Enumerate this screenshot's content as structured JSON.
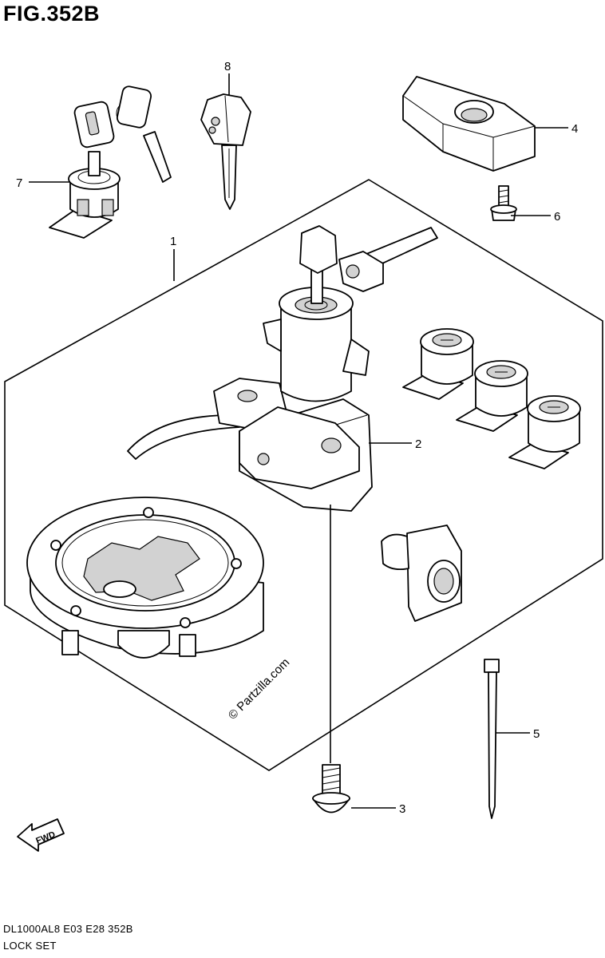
{
  "figure": {
    "title": "FIG.352B",
    "model_code": "DL1000AL8  E03  E28  352B",
    "section_name": "LOCK SET",
    "watermark": "© Partzilla.com",
    "direction_label": "FWD"
  },
  "callouts": [
    {
      "num": "1"
    },
    {
      "num": "2"
    },
    {
      "num": "3"
    },
    {
      "num": "4"
    },
    {
      "num": "5"
    },
    {
      "num": "6"
    },
    {
      "num": "7"
    },
    {
      "num": "8"
    }
  ],
  "colors": {
    "line": "#000000",
    "shade": "#d2d2d2",
    "background": "#ffffff"
  }
}
